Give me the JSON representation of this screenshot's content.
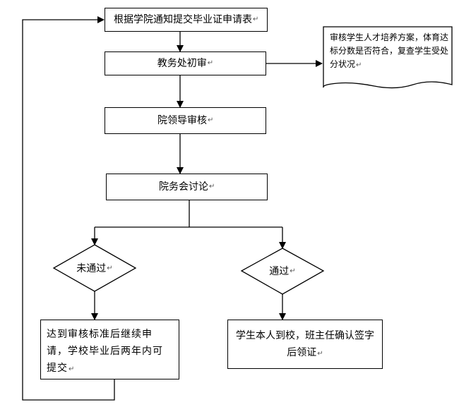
{
  "nodes": {
    "step1": "根据学院通知提交毕业证申请表",
    "step2": "教务处初审",
    "note": "审核学生人才培养方案，体育达标分数是否符合，复查学生受处分状况",
    "step3": "院领导审核",
    "step4": "院务会讨论",
    "fail_decision": "未通过",
    "pass_decision": "通过",
    "fail_action": "达到审核标准后继续申请，学校毕业后两年内可提交",
    "pass_action": "学生本人到校，班主任确认签字后领证"
  },
  "paragraph_mark": "↵"
}
